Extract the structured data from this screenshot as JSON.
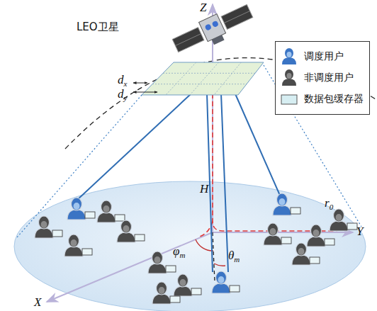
{
  "diagram": {
    "labels": [
      "LEO卫星",
      "Z",
      "Y",
      "X",
      "H",
      "r0",
      "φm",
      "θm",
      "dx",
      "dy"
    ],
    "legend": [
      {
        "text": "调度用户"
      },
      {
        "text": "非调度用户"
      },
      {
        "text": "数据包缓存器",
        "color": "#d7eef2"
      }
    ]
  }
}
